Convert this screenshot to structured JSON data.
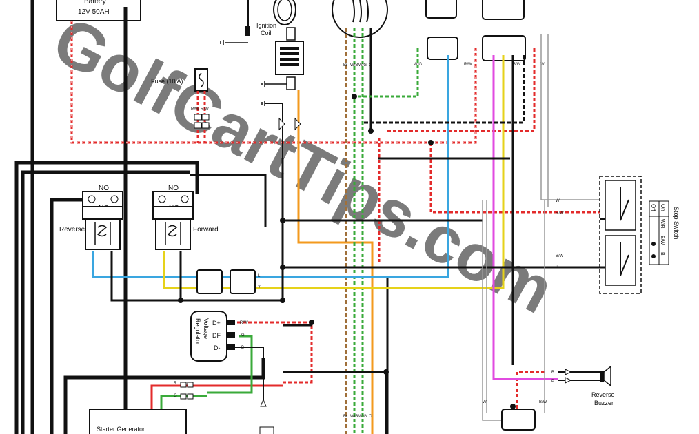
{
  "watermark": "GolfCartTips.com",
  "colors": {
    "red": "#e32b2b",
    "blue": "#3aa6e0",
    "yellow": "#e6d21a",
    "orange": "#f39a1e",
    "green": "#3aaa3a",
    "magenta": "#e14be0",
    "black": "#111111",
    "brown": "#a0703a",
    "white_wire": "#d8d8d8",
    "watermark": "#bfe3bf"
  },
  "labels": {
    "battery_name": "Battery",
    "battery_spec": "12V 50AH",
    "fuse": "Fuse (10 A)",
    "ignition_coil_1": "Ignition",
    "ignition_coil_2": "Coil",
    "solenoid_no": "NO",
    "solenoid_nc": "NC",
    "reverse": "Reverse",
    "forward": "Forward",
    "regulator_1": "Voltage",
    "regulator_2": "Regulator",
    "reg_dplus": "D+",
    "reg_df": "DF",
    "reg_dminus": "D-",
    "starter_generator": "Starter Generator",
    "reverse_buzzer_1": "Reverse",
    "reverse_buzzer_2": "Buzzer",
    "stop_switch": "Stop Switch",
    "stop_on": "On",
    "stop_off": "Off",
    "stop_wrb": "W/R",
    "stop_bw": "B/W",
    "stop_b": "B"
  },
  "wire_codes": {
    "r_w": "R/W",
    "br": "Br",
    "w_b": "W/B",
    "w_g": "W/G",
    "o": "O",
    "b_w": "B/W",
    "w": "W",
    "b": "B",
    "l": "L",
    "y": "Y",
    "p": "P",
    "r": "R",
    "g": "G",
    "w_r": "W/R"
  }
}
